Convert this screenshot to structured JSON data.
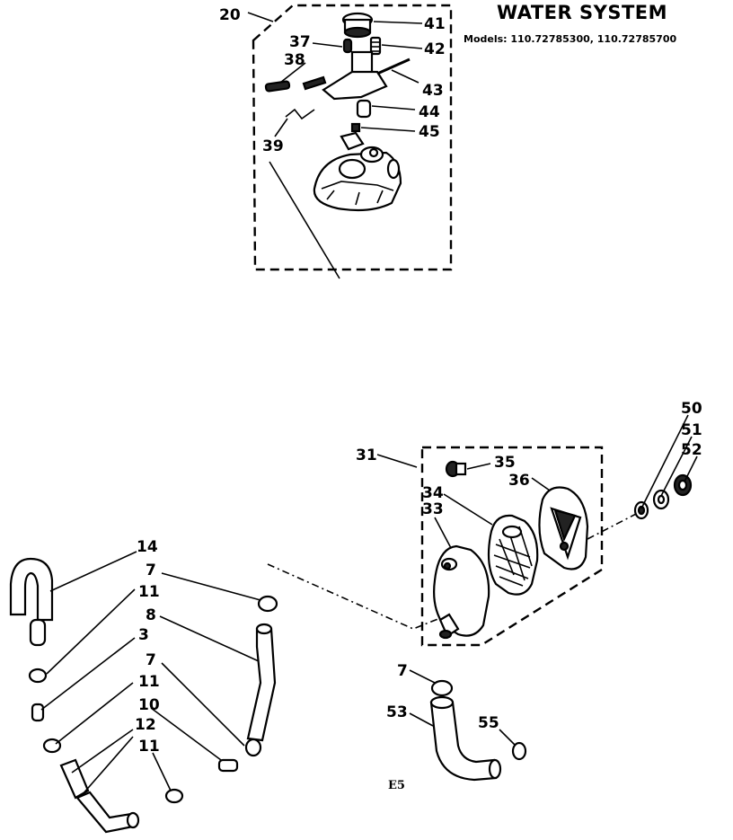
{
  "header": {
    "title": "WATER SYSTEM",
    "models": "Models: 110.72785300, 110.72785700"
  },
  "diagram_code": "E5",
  "callouts": {
    "c20": "20",
    "c41": "41",
    "c37": "37",
    "c42": "42",
    "c38": "38",
    "c43": "43",
    "c44": "44",
    "c39": "39",
    "c45": "45",
    "c31": "31",
    "c35": "35",
    "c36": "36",
    "c34": "34",
    "c33": "33",
    "c50": "50",
    "c51": "51",
    "c52": "52",
    "c14": "14",
    "c7a": "7",
    "c11a": "11",
    "c8": "8",
    "c3": "3",
    "c7b": "7",
    "c11b": "11",
    "c10": "10",
    "c12": "12",
    "c11c": "11",
    "c7c": "7",
    "c53": "53",
    "c55": "55"
  }
}
